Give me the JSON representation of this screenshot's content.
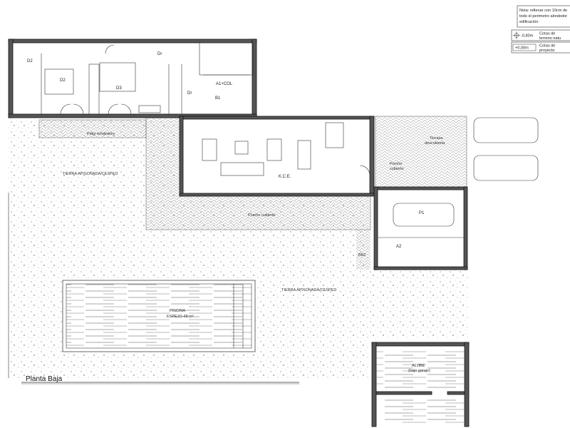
{
  "note": {
    "lines": [
      "Nota: rellenar con 10cm de",
      "todo el perimetro alrededor",
      "edificación"
    ]
  },
  "legend": [
    {
      "icon": "crosshair-circle-icon",
      "value": "-0,80m",
      "desc": [
        "Cotas de",
        "terreno natu"
      ]
    },
    {
      "icon": "boxed-level-icon",
      "value": "+0,00m",
      "desc": [
        "Cotas de",
        "proyecto"
      ]
    }
  ],
  "rooms": {
    "d2_bath": "D2",
    "d2": "D2",
    "d3": "D3",
    "dr_hall": "Dr",
    "dr_corridor": "Dr",
    "a1_col": "A1+COL",
    "b1": "B1",
    "patio": "Patio tendedero",
    "lawn_west": "TIERRA APISONADA/CESPED",
    "kce": "K.C.E.",
    "porch_south": "Porche cubierto",
    "terrace": [
      "Terraza",
      "descubierta"
    ],
    "porch_east": [
      "Porche",
      "cubierto"
    ],
    "garage": "P1",
    "a2": "A2",
    "bb2": "BB2",
    "lawn_east": "TIERRA APISONADA/CESPED",
    "pool": [
      "PISCINA",
      "ESPEJO-48 m²"
    ],
    "cistern": [
      "ALJIBE",
      "(bajo garaje)"
    ]
  },
  "drawing_title": "Planta Baja",
  "colors": {
    "wall": "#555555",
    "line": "#333333",
    "background": "#ffffff"
  }
}
